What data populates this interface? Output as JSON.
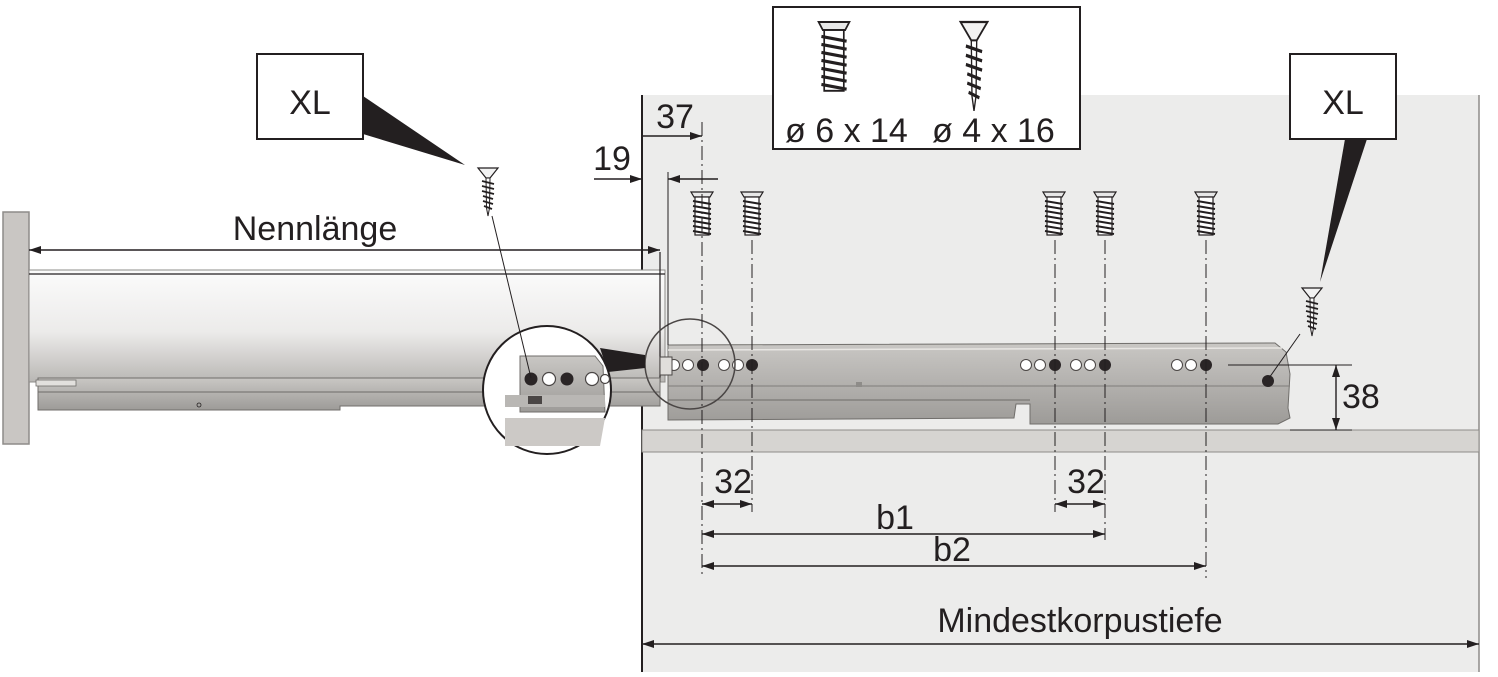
{
  "labels": {
    "nennlaenge": "Nennlänge",
    "mindestkorpustiefe": "Mindestkorpustiefe",
    "b1": "b1",
    "b2": "b2",
    "dim_37": "37",
    "dim_19": "19",
    "dim_38": "38",
    "dim_32_left": "32",
    "dim_32_right": "32",
    "xl_left": "XL",
    "xl_right": "XL"
  },
  "screw_legend": {
    "screw1": "ø 6 x 14",
    "screw2": "ø 4 x 16"
  },
  "colors": {
    "cabinet": "#ececeb",
    "rail": "#b0aeab",
    "rail_dark": "#8e8c89",
    "shelf": "#d6d4d1",
    "line": "#231f20",
    "hole_dark": "#2a2526"
  }
}
